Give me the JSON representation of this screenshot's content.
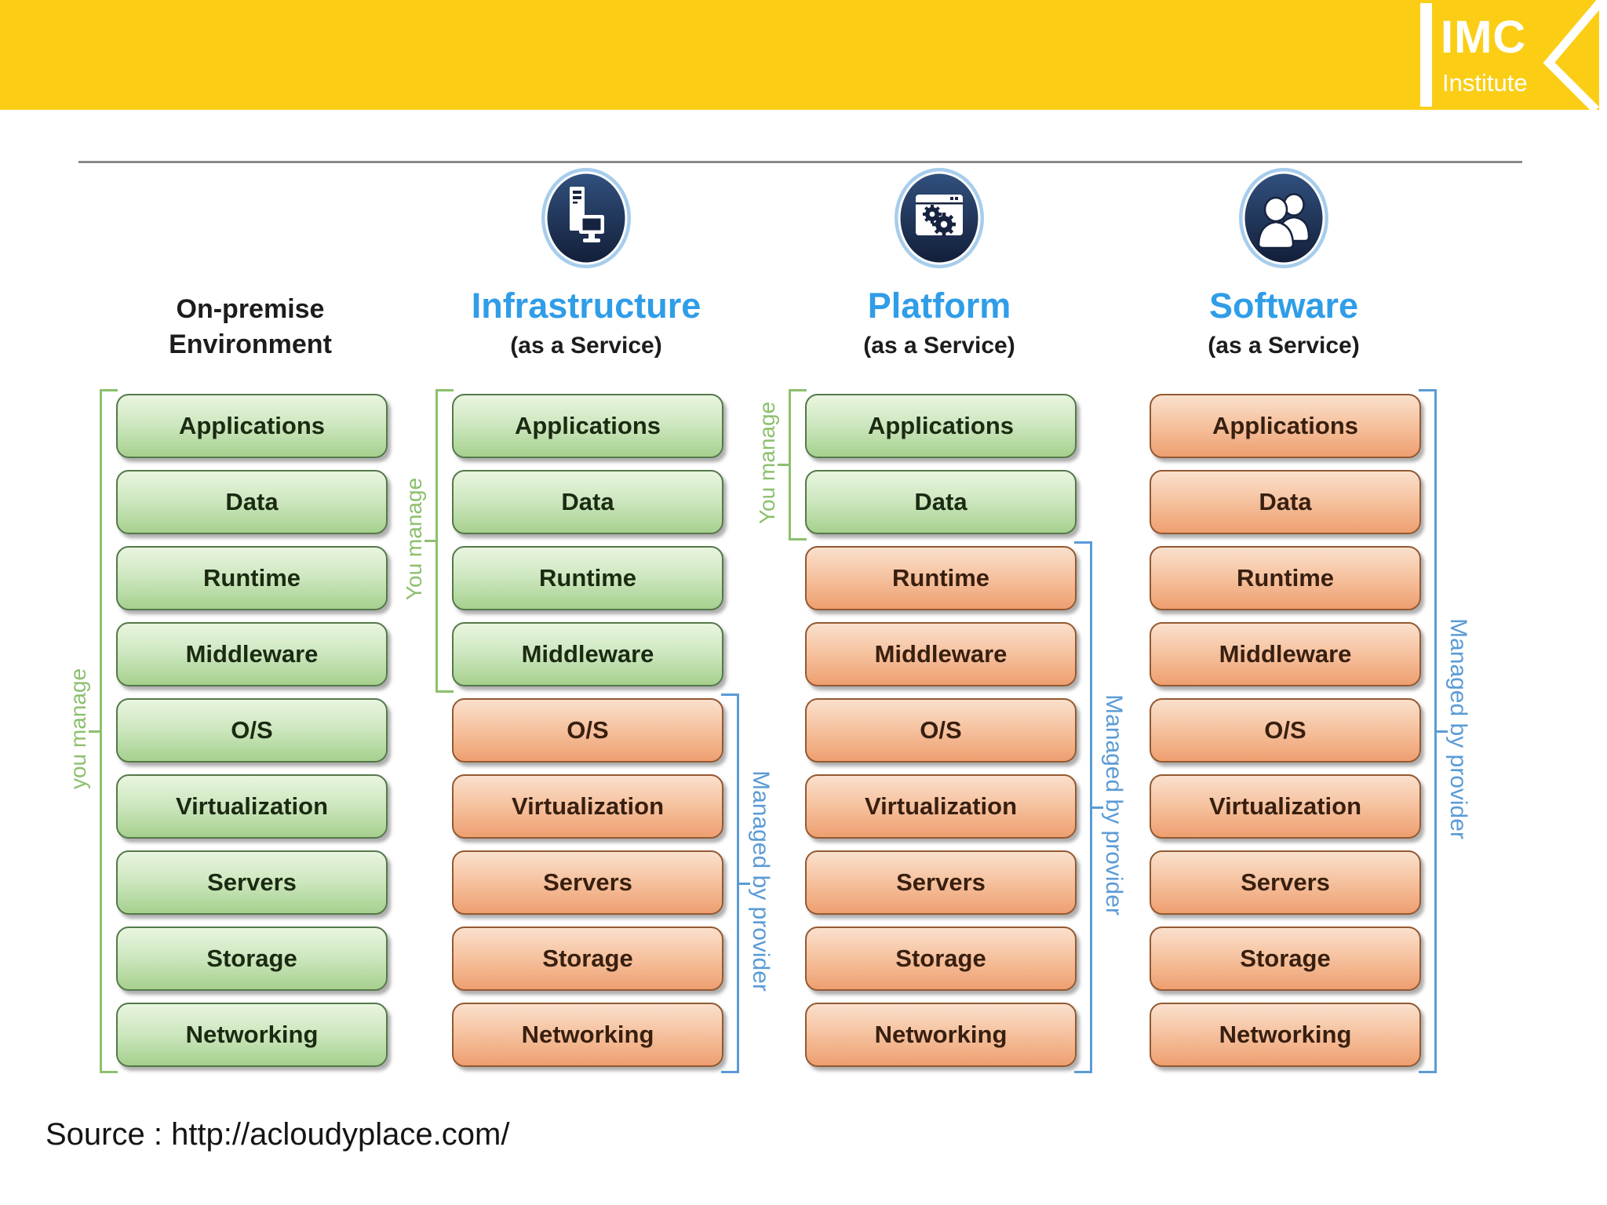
{
  "logo": {
    "title": "IMC",
    "subtitle": "Institute"
  },
  "source_text": "Source :  http://acloudyplace.com/",
  "layers": [
    "Applications",
    "Data",
    "Runtime",
    "Middleware",
    "O/S",
    "Virtualization",
    "Servers",
    "Storage",
    "Networking"
  ],
  "columns": [
    {
      "key": "on-premise",
      "title_lines": [
        "On-premise",
        "Environment"
      ],
      "subtitle": "",
      "title_style": "dark",
      "icon": "",
      "layer_colors": [
        "green",
        "green",
        "green",
        "green",
        "green",
        "green",
        "green",
        "green",
        "green"
      ],
      "brackets": [
        {
          "side": "left",
          "color": "green",
          "label": "you manage",
          "from": 0,
          "to": 8
        }
      ]
    },
    {
      "key": "iaas",
      "title_lines": [
        "Infrastructure"
      ],
      "subtitle": "(as a Service)",
      "title_style": "blue",
      "icon": "server-monitor-icon",
      "layer_colors": [
        "green",
        "green",
        "green",
        "green",
        "orange",
        "orange",
        "orange",
        "orange",
        "orange"
      ],
      "brackets": [
        {
          "side": "left",
          "color": "green",
          "label": "You manage",
          "from": 0,
          "to": 3
        },
        {
          "side": "right",
          "color": "blue",
          "label": "Managed by provider",
          "from": 4,
          "to": 8
        }
      ]
    },
    {
      "key": "paas",
      "title_lines": [
        "Platform"
      ],
      "subtitle": "(as a Service)",
      "title_style": "blue",
      "icon": "window-gears-icon",
      "layer_colors": [
        "green",
        "green",
        "orange",
        "orange",
        "orange",
        "orange",
        "orange",
        "orange",
        "orange"
      ],
      "brackets": [
        {
          "side": "left",
          "color": "green",
          "label": "You manage",
          "from": 0,
          "to": 1
        },
        {
          "side": "right",
          "color": "blue",
          "label": "Managed by provider",
          "from": 2,
          "to": 8
        }
      ]
    },
    {
      "key": "saas",
      "title_lines": [
        "Software"
      ],
      "subtitle": "(as a Service)",
      "title_style": "blue",
      "icon": "users-icon",
      "layer_colors": [
        "orange",
        "orange",
        "orange",
        "orange",
        "orange",
        "orange",
        "orange",
        "orange",
        "orange"
      ],
      "brackets": [
        {
          "side": "right",
          "color": "blue",
          "label": "Managed by provider",
          "from": 0,
          "to": 8
        }
      ]
    }
  ],
  "colors": {
    "header_bar": "#fbce15",
    "title_blue": "#2f9de8",
    "bracket_green": "#8cc06e",
    "bracket_blue": "#5b9bd5",
    "green_box_border": "#55784a",
    "orange_box_border": "#935931",
    "icon_navy": "#16233f",
    "divider_gray": "#8a8a8a"
  }
}
